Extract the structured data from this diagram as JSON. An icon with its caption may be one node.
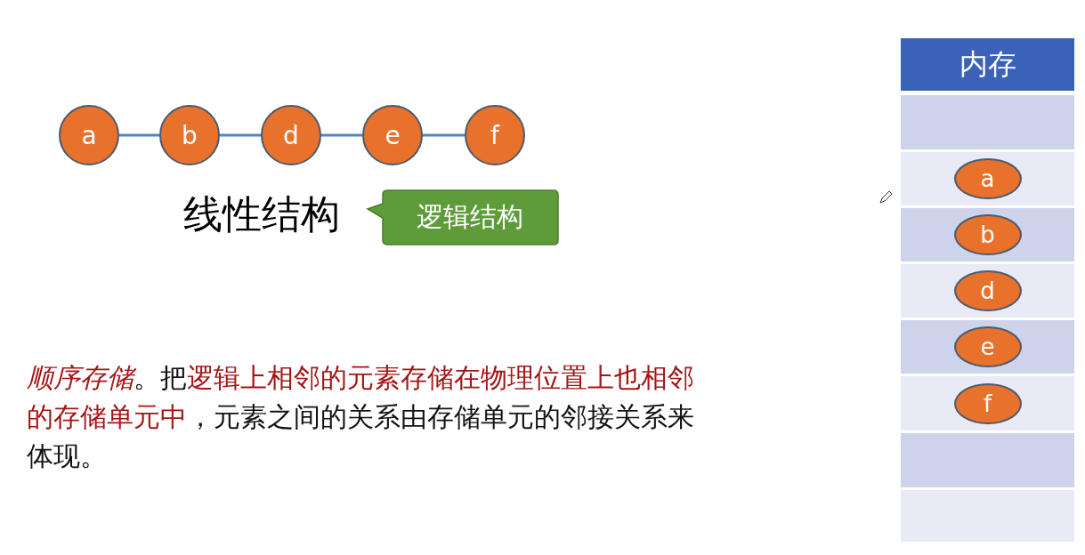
{
  "diagram": {
    "nodes": [
      {
        "text": [
          "a"
        ]
      },
      {
        "text": [
          "b"
        ]
      },
      {
        "text": [
          "d"
        ]
      },
      {
        "text": [
          "e"
        ]
      },
      {
        "text": [
          "f"
        ]
      },
      {
        "text": [
          "逻辑结构"
        ]
      },
      {
        "text": [
          "内存"
        ]
      },
      {
        "text": [],
        "shape": "box"
      },
      {
        "text": [],
        "shape": "box"
      },
      {
        "text": [],
        "shape": "box"
      },
      {
        "text": [],
        "shape": "box"
      },
      {
        "text": [],
        "shape": "box"
      },
      {
        "text": [],
        "shape": "box"
      },
      {
        "text": [],
        "shape": "box"
      },
      {
        "text": [],
        "shape": "box"
      },
      {
        "text": [
          "a"
        ],
        "in": 8
      },
      {
        "text": [
          "b"
        ],
        "in": 9
      },
      {
        "text": [
          "d"
        ],
        "in": 10
      },
      {
        "text": [
          "e"
        ],
        "in": 11
      },
      {
        "text": [
          "f"
        ],
        "in": 12
      }
    ],
    "edges": [
      {
        "from": 0,
        "to": 1,
        "arrow": "none"
      },
      {
        "from": 1,
        "to": 2,
        "arrow": "none"
      },
      {
        "from": 2,
        "to": 3,
        "arrow": "none"
      },
      {
        "from": 3,
        "to": 4,
        "arrow": "none"
      }
    ],
    "labels": [
      "线性结构",
      "*顺序存储*。把**逻辑上相邻的元素存储在物理位置上也相邻的存储单元中**，元素之间的关系由存储单元的邻接关系来体现。"
    ]
  }
}
